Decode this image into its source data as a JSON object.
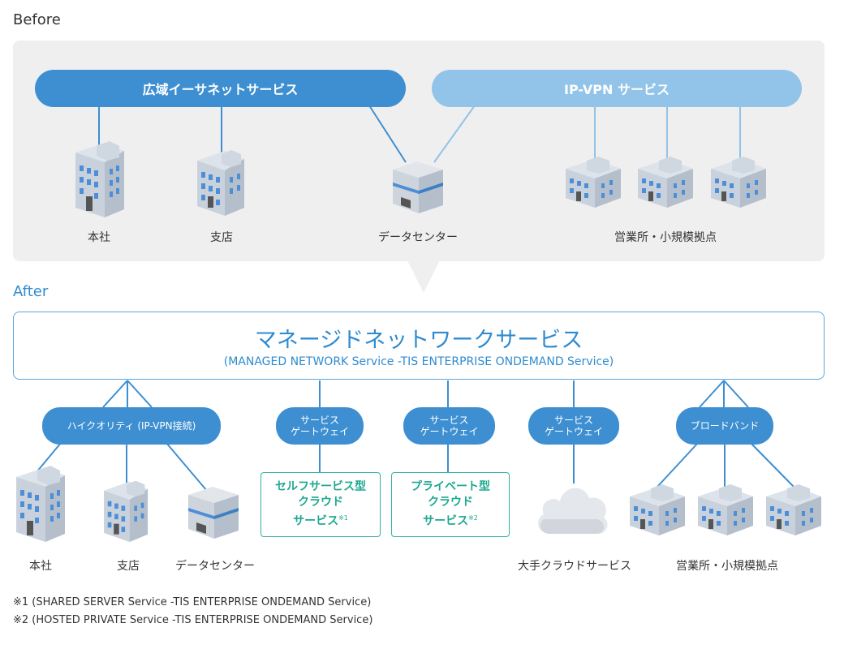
{
  "sections": {
    "before": "Before",
    "after": "After"
  },
  "before": {
    "networks": {
      "ethernet": "広域イーサネットサービス",
      "ipvpn": "IP-VPN サービス"
    },
    "sites": {
      "hq": "本社",
      "branch": "支店",
      "datacenter": "データセンター",
      "offices": "営業所・小規模拠点"
    }
  },
  "after": {
    "managed": {
      "title": "マネージドネットワークサービス",
      "subtitle": "(MANAGED NETWORK Service  -TIS ENTERPRISE ONDEMAND Service)"
    },
    "lines": {
      "hq": "ハイクオリティ (IP-VPN接続)",
      "broadband": "ブロードバンド"
    },
    "gateway": {
      "line1": "サービス",
      "line2": "ゲートウェイ"
    },
    "clouds": {
      "self": {
        "line1": "セルフサービス型",
        "line2": "クラウド",
        "line3": "サービス",
        "mark": "※1"
      },
      "private": {
        "line1": "プライベート型",
        "line2": "クラウド",
        "line3": "サービス",
        "mark": "※2"
      },
      "public": "大手クラウドサービス"
    },
    "sites": {
      "hq": "本社",
      "branch": "支店",
      "datacenter": "データセンター",
      "offices": "営業所・小規模拠点"
    }
  },
  "footnotes": {
    "n1": "※1 (SHARED SERVER Service  -TIS ENTERPRISE ONDEMAND Service)",
    "n2": "※2 (HOSTED PRIVATE Service  -TIS ENTERPRISE ONDEMAND Service)"
  },
  "colors": {
    "primary": "#3d8fd1",
    "light": "#92c3e8",
    "teal": "#33b3a0",
    "panel": "#efefef"
  },
  "icons": {
    "building": "office-building-icon",
    "datacenter": "datacenter-server-icon",
    "cloud": "cloud-icon"
  }
}
